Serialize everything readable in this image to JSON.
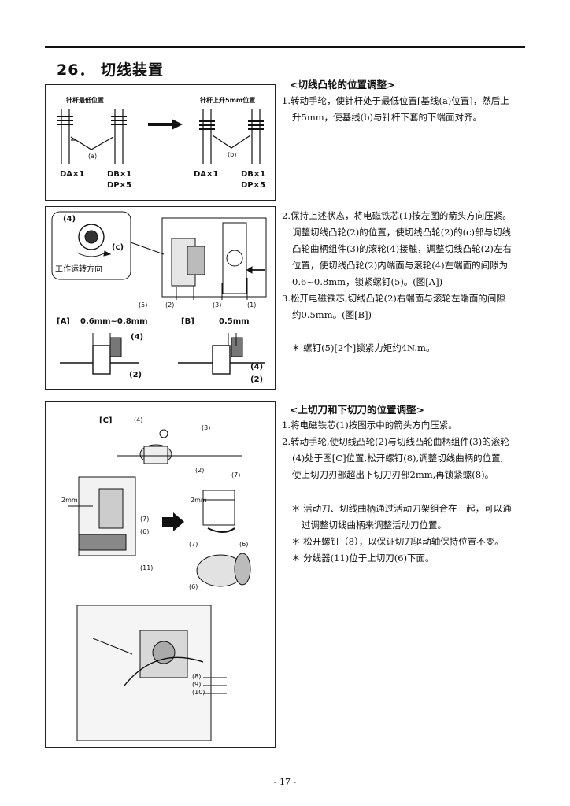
{
  "section": {
    "title": "26． 切线装置"
  },
  "fig1": {
    "label_left": "针杆最低位置",
    "label_right": "针杆上升5mm位置",
    "label_a": "(a)",
    "label_b": "(b)",
    "da_left": "DA×1",
    "db_left": "DB×1",
    "dp_left": "DP×5",
    "da_right": "DA×1",
    "db_right": "DB×1",
    "dp_right": "DP×5"
  },
  "fig2": {
    "callout_4": "(4)",
    "callout_c": "(c)",
    "direction_label": "工作运转方向",
    "part_5": "(5)",
    "part_2": "(2)",
    "part_3": "(3)",
    "part_1": "(1)",
    "tag_A": "[A]",
    "gap_A": "0.6mm~0.8mm",
    "tag_B": "[B]",
    "gap_B": "0.5mm",
    "a_part_4": "(4)",
    "a_part_2": "(2)",
    "b_part_4": "(4)",
    "b_part_2": "(2)"
  },
  "fig3": {
    "tag_C": "[C]",
    "p4": "(4)",
    "p3": "(3)",
    "p2": "(2)",
    "p7a": "(7)",
    "dim_left": "2mm",
    "p7b": "(7)",
    "p6a": "(6)",
    "dim_right": "2mm",
    "p7c": "(7)",
    "p6b": "(6)",
    "p11": "(11)",
    "p6c": "(6)",
    "p8": "(8)",
    "p9": "(9)",
    "p10": "(10)"
  },
  "text1": {
    "heading": "<切线凸轮的位置调整>",
    "lines": [
      "1.转动手轮，使针杆处于最低位置[基线(a)位置]，然后上",
      "升5mm，使基线(b)与针杆下套的下端面对齐。"
    ]
  },
  "text2": {
    "lines": [
      "2.保持上述状态，将电磁铁芯(1)按左图的箭头方向压紧。",
      "调整切线凸轮(2)的位置，使切线凸轮(2)的(c)部与切线",
      "凸轮曲柄组件(3)的滚轮(4)接触，调整切线凸轮(2)左右",
      "位置，使切线凸轮(2)内端面与滚轮(4)左端面的间隙为",
      "0.6~0.8mm，锁紧螺钉(5)。(图[A])",
      "3.松开电磁铁芯,切线凸轮(2)右端面与滚轮左端面的间隙",
      "约0.5mm。(图[B])"
    ],
    "note": "＊ 螺钉(5)[2个]锁紧力矩约4N.m。"
  },
  "text3": {
    "heading": "<上切刀和下切刀的位置调整>",
    "lines": [
      "1.将电磁铁芯(1)按图示中的箭头方向压紧。",
      "2.转动手轮,使切线凸轮(2)与切线凸轮曲柄组件(3)的滚轮",
      "(4)处于图[C]位置,松开螺钉(8),调整切线曲柄的位置,",
      "使上切刀刃部超出下切刀刃部2mm,再锁紧螺(8)。"
    ],
    "notes": [
      "＊ 活动刀、切线曲柄通过活动刀架组合在一起，可以通",
      "过调整切线曲柄来调整活动刀位置。",
      "＊ 松开螺钉（8），以保证切刀驱动轴保持位置不变。",
      "＊ 分线器(11)位于上切刀(6)下面。"
    ]
  },
  "footer": {
    "page": "- 17 -"
  }
}
